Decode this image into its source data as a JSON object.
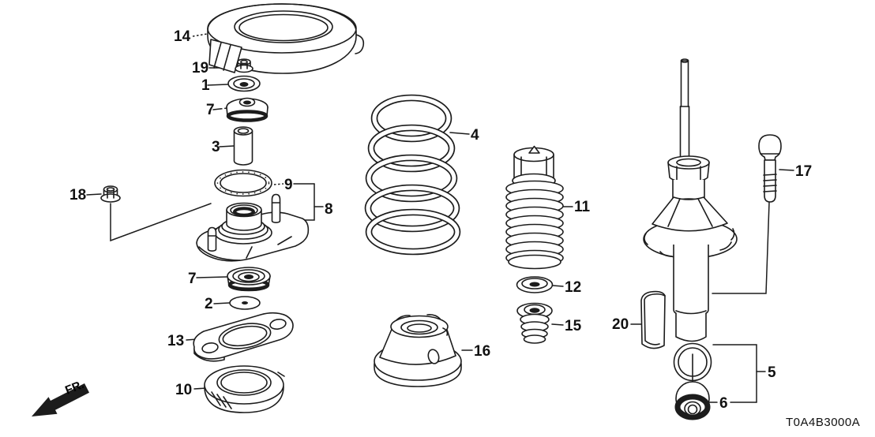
{
  "diagram": {
    "code": "T0A4B3000A",
    "direction_label": "FR."
  },
  "callouts": [
    {
      "part": "14",
      "text": "14"
    },
    {
      "part": "19",
      "text": "19"
    },
    {
      "part": "1",
      "text": "1"
    },
    {
      "part": "7",
      "text": "7"
    },
    {
      "part": "3",
      "text": "3"
    },
    {
      "part": "18",
      "text": "18"
    },
    {
      "part": "9",
      "text": "9"
    },
    {
      "part": "8",
      "text": "8"
    },
    {
      "part": "7",
      "text": "7"
    },
    {
      "part": "2",
      "text": "2"
    },
    {
      "part": "13",
      "text": "13"
    },
    {
      "part": "10",
      "text": "10"
    },
    {
      "part": "4",
      "text": "4"
    },
    {
      "part": "16",
      "text": "16"
    },
    {
      "part": "11",
      "text": "11"
    },
    {
      "part": "12",
      "text": "12"
    },
    {
      "part": "15",
      "text": "15"
    },
    {
      "part": "20",
      "text": "20"
    },
    {
      "part": "17",
      "text": "17"
    },
    {
      "part": "5",
      "text": "5"
    },
    {
      "part": "6",
      "text": "6"
    }
  ]
}
